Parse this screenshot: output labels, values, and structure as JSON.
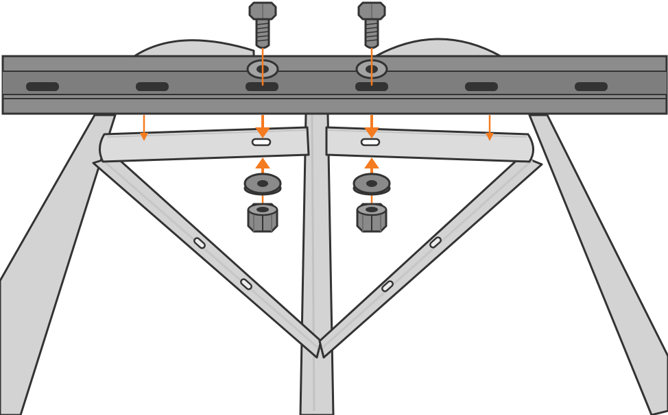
{
  "diagram": {
    "kind": "assembly-instruction",
    "text": [],
    "parts": {
      "bolt_count": 2,
      "washer_count": 4,
      "nut_count": 2,
      "rail_slot_count": 6,
      "brace_slot_count": 4
    },
    "colors": {
      "background": "#ffffff",
      "outline": "#333333",
      "rail_fill": "#8c8c8c",
      "rail_dark": "#6e6e6e",
      "frame_fill": "#d3d3d3",
      "frame_light": "#e2e2e2",
      "hardware_fill": "#8a8a8a",
      "accent": "#f47b20"
    },
    "icons": [
      "hex-bolt-icon",
      "flat-washer-icon",
      "hex-nut-icon",
      "down-arrow-icon",
      "up-arrow-icon"
    ]
  }
}
